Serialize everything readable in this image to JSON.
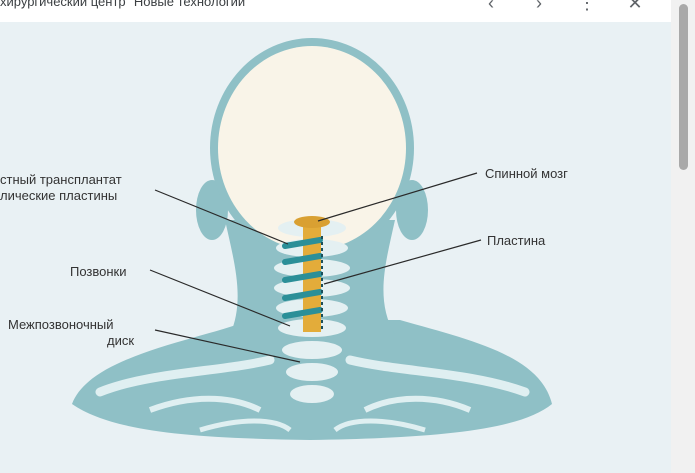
{
  "header": {
    "title": "хирургический центр \"Новые технологии\"",
    "prev_icon": "chevron-left-icon",
    "next_icon": "chevron-right-icon",
    "more_icon": "more-vertical-icon",
    "close_icon": "close-icon"
  },
  "figure": {
    "labels": {
      "bone_graft_line1": "стный трансплантат",
      "bone_graft_line2": "лические пластины",
      "vertebrae": "Позвонки",
      "disc_line1": "Межпозвоночный",
      "disc_line2": "диск",
      "spinal_cord": "Спинной мозг",
      "plate": "Пластина"
    },
    "colors": {
      "background": "#e9f1f4",
      "head": "#f9f4e8",
      "neck": "#8fc0c6",
      "bone": "#e4f0f2",
      "spinal_cord": "#e3ac3a",
      "plate": "#2b8f98"
    }
  }
}
